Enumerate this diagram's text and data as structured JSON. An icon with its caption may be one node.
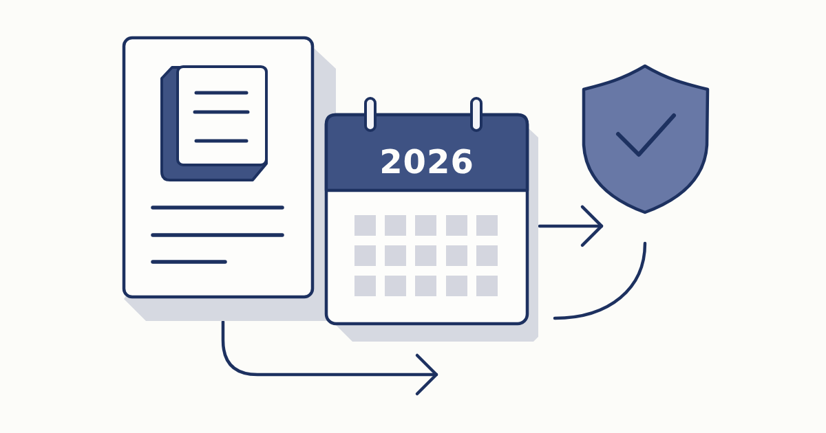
{
  "diagram": {
    "nodes": [
      {
        "text": [],
        "shape": "picture"
      },
      {
        "text": [
          "2026"
        ]
      },
      {
        "text": [],
        "shape": "picture"
      }
    ],
    "edges": [
      {
        "from": 0,
        "to": null,
        "arrow": "to"
      },
      {
        "from": 1,
        "to": null,
        "arrow": "to"
      },
      {
        "from": 2,
        "to": null,
        "arrow": "none"
      }
    ]
  }
}
